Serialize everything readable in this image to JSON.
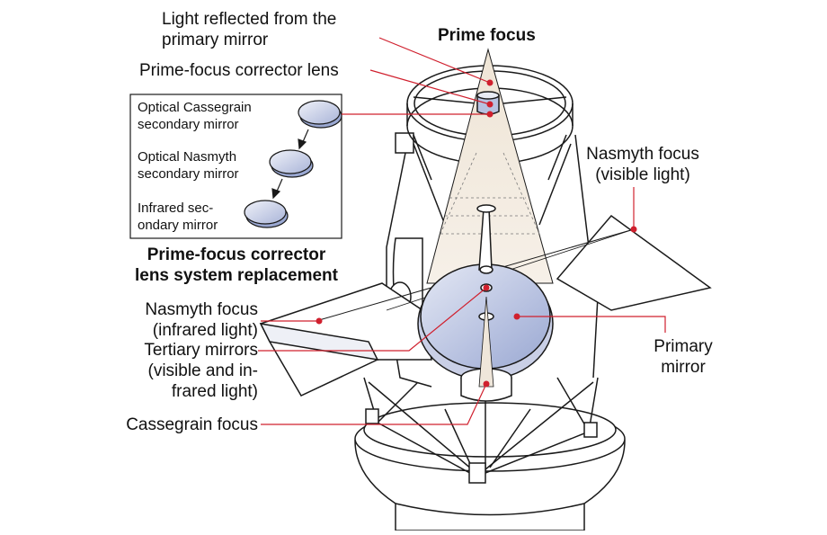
{
  "labels": {
    "light_reflected": [
      "Light reflected from the",
      "primary mirror"
    ],
    "prime_focus": "Prime focus",
    "prime_focus_corrector_lens": "Prime-focus corrector lens",
    "inset_cassegrain": [
      "Optical Cassegrain",
      "secondary mirror"
    ],
    "inset_nasmyth": [
      "Optical Nasmyth",
      "secondary mirror"
    ],
    "inset_infrared": [
      "Infrared sec-",
      "ondary mirror"
    ],
    "inset_caption": [
      "Prime-focus corrector",
      "lens system replacement"
    ],
    "nasmyth_visible": [
      "Nasmyth focus",
      "(visible light)"
    ],
    "nasmyth_infrared": [
      "Nasmyth focus",
      "(infrared light)"
    ],
    "tertiary": [
      "Tertiary mirrors",
      "(visible and in-",
      "frared light)"
    ],
    "primary_mirror": [
      "Primary",
      "mirror"
    ],
    "cassegrain_focus": "Cassegrain focus"
  },
  "colors": {
    "leader": "#d0202e",
    "dot": "#d0202e",
    "mirror_blue": "#aeb9dc",
    "beam": "#efe6da",
    "outline": "#1a1a1a"
  }
}
